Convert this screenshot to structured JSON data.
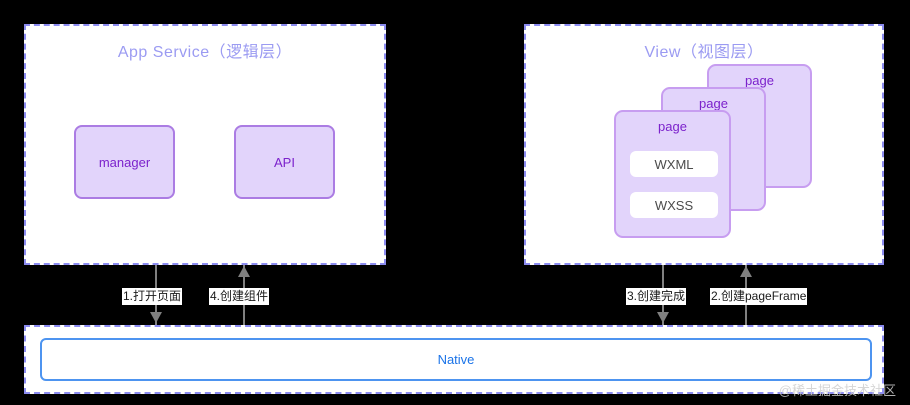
{
  "diagram": {
    "panels": {
      "app_service": {
        "title": "App Service（逻辑层）"
      },
      "view": {
        "title": "View（视图层）"
      },
      "native": {
        "label": "Native"
      }
    },
    "service_boxes": [
      {
        "label": "manager"
      },
      {
        "label": "API"
      }
    ],
    "page_stack": [
      {
        "label": "page"
      },
      {
        "label": "page"
      },
      {
        "label": "page"
      }
    ],
    "page_contents": [
      {
        "label": "WXML"
      },
      {
        "label": "WXSS"
      }
    ],
    "connectors": [
      {
        "label": "1.打开页面",
        "direction": "down"
      },
      {
        "label": "4.创建组件",
        "direction": "up"
      },
      {
        "label": "3.创建完成",
        "direction": "down"
      },
      {
        "label": "2.创建pageFrame",
        "direction": "up"
      }
    ],
    "watermark": "@稀土掘金技术社区",
    "colors": {
      "panel_border": "#8c8cf0",
      "panel_title": "#9b9bf2",
      "box_fill": "#e2d4fb",
      "box_border": "#ab7ce3",
      "box_text": "#7c22cc",
      "native_border": "#4d94f0",
      "native_text": "#1a73e8",
      "connector": "#808080",
      "background": "#000000"
    }
  }
}
